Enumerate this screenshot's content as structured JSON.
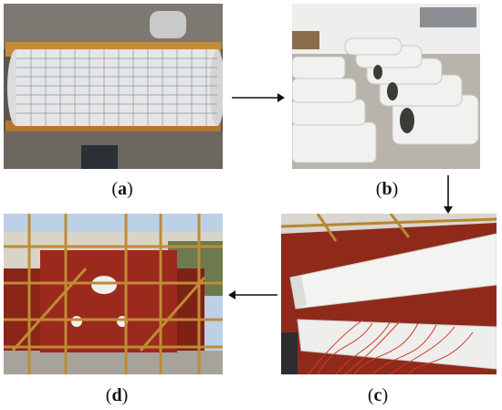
{
  "panels": {
    "a": {
      "label_prefix": "(",
      "label_letter": "a",
      "label_suffix": ")"
    },
    "b": {
      "label_prefix": "(",
      "label_letter": "b",
      "label_suffix": ")"
    },
    "c": {
      "label_prefix": "(",
      "label_letter": "c",
      "label_suffix": ")"
    },
    "d": {
      "label_prefix": "(",
      "label_letter": "d",
      "label_suffix": ")"
    }
  },
  "colors": {
    "arrow": "#111111",
    "formwork": "#9b2a1c",
    "scaffold": "#b8862f",
    "concrete": "#e9e9e7",
    "wire": "#c0392b"
  }
}
